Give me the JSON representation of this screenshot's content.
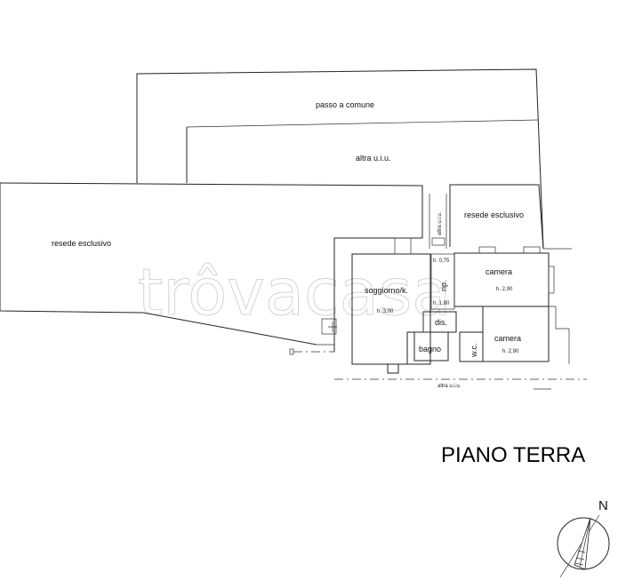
{
  "title": "PIANO TERRA",
  "compass_label": "N",
  "watermark": "trôvacasa",
  "areas": {
    "passo_comune": "passo a comune",
    "altra_uiu_top": "altra u.i.u.",
    "resede_left": "resede esclusivo",
    "resede_right": "resede esclusivo",
    "altra_uiu_vertical": "altra u.i.u.",
    "altra_uiu_bottom": "altra u.i.u."
  },
  "rooms": {
    "soggiorno": {
      "name": "soggiorno/k.",
      "height": "h. 3,00"
    },
    "camera_top": {
      "name": "camera",
      "height": "h. 2,90"
    },
    "camera_bottom": {
      "name": "camera",
      "height": "h. 2,90"
    },
    "rip": {
      "name": "rip.",
      "h1": "h. 0,75",
      "h2": "h. 1,80"
    },
    "dis": {
      "name": "dis."
    },
    "bagno": {
      "name": "bagno"
    },
    "wc": {
      "name": "w.c."
    }
  }
}
